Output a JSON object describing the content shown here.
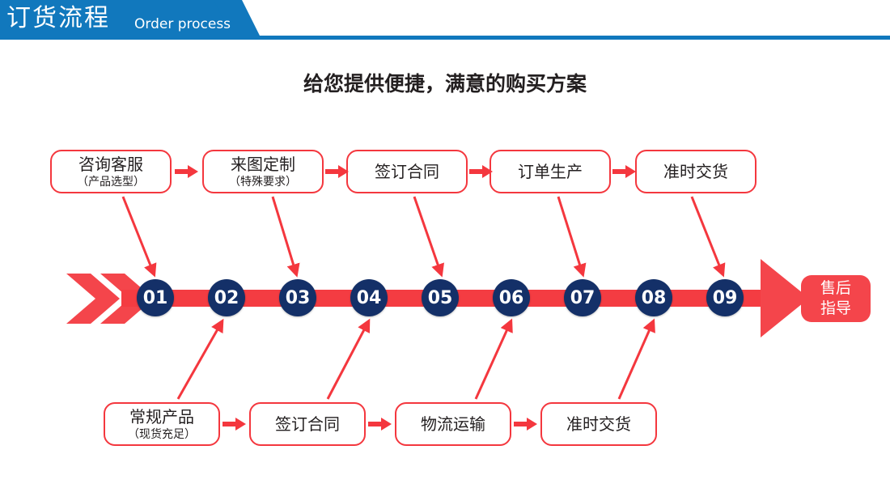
{
  "header": {
    "title": "订货流程",
    "subtitle_en": "Order process",
    "banner_color": "#1178bd"
  },
  "subtitle": "给您提供便捷，满意的购买方案",
  "colors": {
    "red": "#f4373e",
    "bar_red": "#f43c42",
    "navy": "#143068",
    "blue": "#1178bd",
    "badge_red": "#f4454b"
  },
  "top_row": {
    "boxes": [
      {
        "line1": "咨询客服",
        "line2": "（产品选型）"
      },
      {
        "line1": "来图定制",
        "line2": "（特殊要求）"
      },
      {
        "line1": "签订合同",
        "line2": ""
      },
      {
        "line1": "订单生产",
        "line2": ""
      },
      {
        "line1": "准时交货",
        "line2": ""
      }
    ]
  },
  "bottom_row": {
    "boxes": [
      {
        "line1": "常规产品",
        "line2": "（现货充足）"
      },
      {
        "line1": "签订合同",
        "line2": ""
      },
      {
        "line1": "物流运输",
        "line2": ""
      },
      {
        "line1": "准时交货",
        "line2": ""
      }
    ]
  },
  "timeline": {
    "steps": [
      "01",
      "02",
      "03",
      "04",
      "05",
      "06",
      "07",
      "08",
      "09"
    ],
    "end_badge_line1": "售后",
    "end_badge_line2": "指导"
  }
}
